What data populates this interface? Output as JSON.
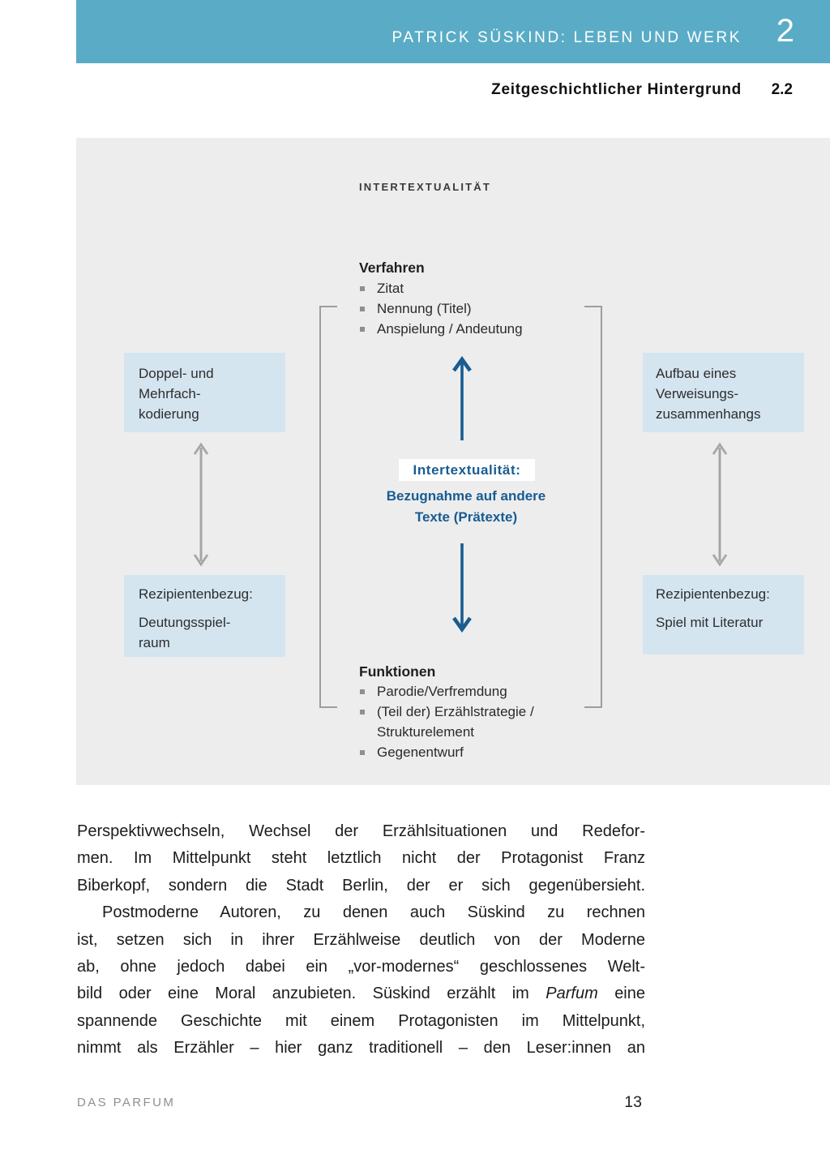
{
  "header": {
    "title": "PATRICK SÜSKIND: LEBEN UND WERK",
    "chapter_number": "2"
  },
  "subheader": {
    "title": "Zeitgeschichtlicher Hintergrund",
    "section_number": "2.2"
  },
  "diagram": {
    "title": "INTERTEXTUALITÄT",
    "verfahren": {
      "heading": "Verfahren",
      "items": [
        "Zitat",
        "Nennung (Titel)",
        "Anspielung / Andeutung"
      ]
    },
    "funktionen": {
      "heading": "Funktionen",
      "items": [
        "Parodie/Verfremdung",
        "(Teil der) Erzählstrategie /",
        "Strukturelement",
        "Gegenentwurf"
      ]
    },
    "center": {
      "label": "Intertextualität:",
      "description_lines": [
        "Bezugnahme auf andere",
        "Texte (Prätexte)"
      ]
    },
    "boxes": {
      "left_top": {
        "lines": [
          "Doppel- und",
          "Mehrfach-",
          "kodierung"
        ]
      },
      "right_top": {
        "lines": [
          "Aufbau eines",
          "Verweisungs-",
          "zusammenhangs"
        ]
      },
      "left_bottom": {
        "heading": "Rezipientenbezug:",
        "lines": [
          "Deutungsspiel-",
          "raum"
        ]
      },
      "right_bottom": {
        "heading": "Rezipientenbezug:",
        "lines": [
          "Spiel mit Literatur"
        ]
      }
    },
    "icons": {
      "up_arrow": "blue-up-arrow",
      "down_arrow": "blue-down-arrow",
      "left_double_arrow": "gray-double-arrow",
      "right_double_arrow": "gray-double-arrow"
    }
  },
  "paragraph": {
    "lines": [
      "Perspektivwechseln, Wechsel der Erzählsituationen und Redefor-",
      "men. Im Mittelpunkt steht letztlich nicht der Protagonist Franz",
      "Biberkopf, sondern die Stadt Berlin, der er sich gegenübersieht.",
      "Postmoderne Autoren, zu denen auch Süskind zu rechnen",
      "ist, setzen sich in ihrer Erzählweise deutlich von der Moderne",
      "ab, ohne jedoch dabei ein „vor-modernes“ geschlossenes Welt-",
      {
        "pre": "bild oder eine Moral anzubieten. Süskind erzählt im",
        "italic": "Parfum",
        "post": "eine"
      },
      "spannende Geschichte mit einem Protagonisten im Mittelpunkt,",
      "nimmt als Erzähler – hier ganz traditionell – den Leser:innen an"
    ]
  },
  "footer": {
    "book_title": "DAS PARFUM",
    "page_number": "13"
  },
  "colors": {
    "header_bg": "#5aacc6",
    "panel_bg": "#ededee",
    "box_bg": "#d4e5f0",
    "accent_blue": "#185c92",
    "arrow_gray": "#a6a6a6",
    "bracket_gray": "#9d9d9d",
    "body_text": "#1c1c1c",
    "footer_gray": "#8f8f8f"
  }
}
